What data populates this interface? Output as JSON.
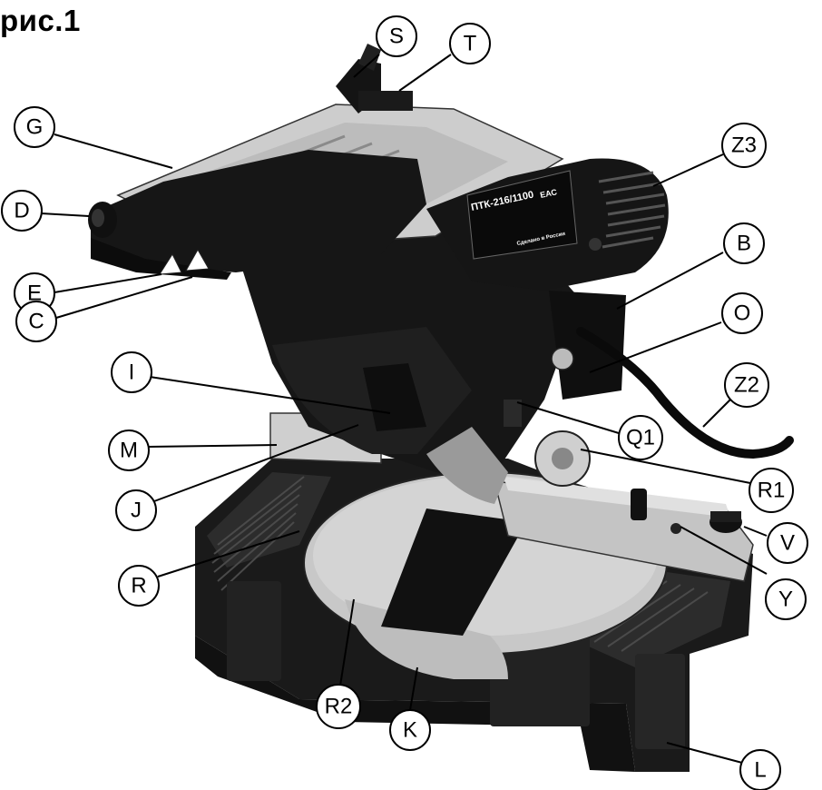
{
  "figure": {
    "title": "рис.1"
  },
  "nameplate": {
    "model": "ПТК-216/1100",
    "mark": "ЕАС",
    "origin": "Сделано в России"
  },
  "callouts": [
    {
      "id": "S",
      "label": "S"
    },
    {
      "id": "T",
      "label": "T"
    },
    {
      "id": "G",
      "label": "G"
    },
    {
      "id": "Z3",
      "label": "Z3"
    },
    {
      "id": "D",
      "label": "D"
    },
    {
      "id": "B",
      "label": "B"
    },
    {
      "id": "E",
      "label": "E"
    },
    {
      "id": "O",
      "label": "O"
    },
    {
      "id": "C",
      "label": "C"
    },
    {
      "id": "I",
      "label": "I"
    },
    {
      "id": "Z2",
      "label": "Z2"
    },
    {
      "id": "Q1",
      "label": "Q1"
    },
    {
      "id": "M",
      "label": "M"
    },
    {
      "id": "R1",
      "label": "R1"
    },
    {
      "id": "J",
      "label": "J"
    },
    {
      "id": "V",
      "label": "V"
    },
    {
      "id": "R",
      "label": "R"
    },
    {
      "id": "Y",
      "label": "Y"
    },
    {
      "id": "R2",
      "label": "R2"
    },
    {
      "id": "K",
      "label": "K"
    },
    {
      "id": "L",
      "label": "L"
    }
  ],
  "colors": {
    "body": "#1c1c1c",
    "body_dark": "#0d0d0d",
    "metal": "#bdbdbd",
    "metal_light": "#d6d6d6",
    "line": "#000000"
  }
}
